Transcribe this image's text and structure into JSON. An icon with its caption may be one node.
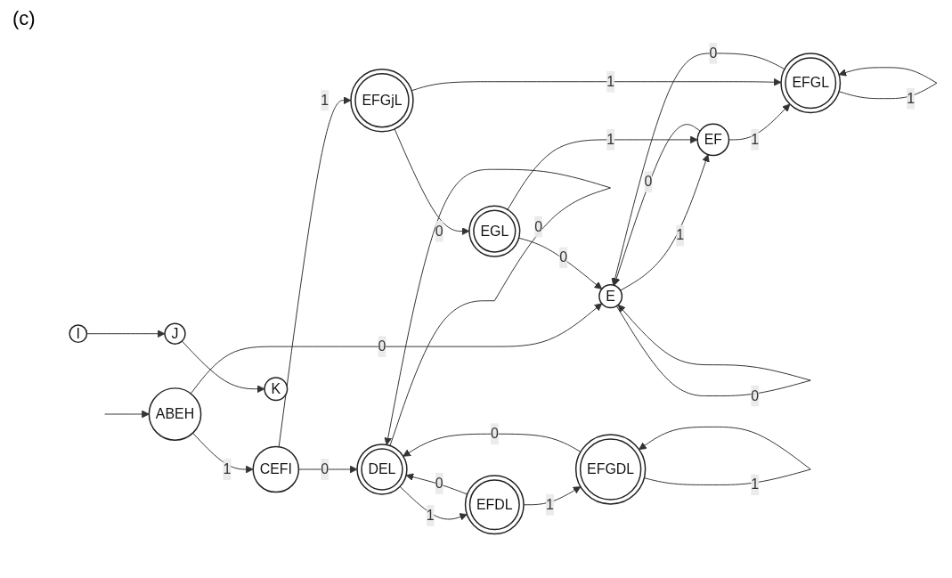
{
  "diagram": {
    "nodes": [
      {
        "text": [
          "ABEH"
        ]
      },
      {
        "text": [
          "E"
        ]
      },
      {
        "text": [
          "EF"
        ]
      },
      {
        "text": [
          "EFGL"
        ]
      },
      {
        "text": [
          "CEFI"
        ]
      },
      {
        "text": [
          "DEL"
        ]
      },
      {
        "text": [
          "EFDL"
        ]
      },
      {
        "text": [
          "EFGDL"
        ]
      },
      {
        "text": [
          "EFGjL"
        ]
      },
      {
        "text": [
          "EGL"
        ]
      },
      {
        "text": [
          "I"
        ]
      },
      {
        "text": [
          "J"
        ]
      },
      {
        "text": [
          "K"
        ]
      }
    ],
    "edges": [
      {
        "from": null,
        "to": 0,
        "arrow": "to"
      },
      {
        "from": 0,
        "to": 1,
        "arrow": "to",
        "label": "0"
      },
      {
        "from": 0,
        "to": 4,
        "arrow": "to",
        "label": "1"
      },
      {
        "from": 1,
        "to": 1,
        "arrow": "to",
        "label": "0"
      },
      {
        "from": 1,
        "to": 2,
        "arrow": "to",
        "label": "1"
      },
      {
        "from": 2,
        "to": 1,
        "arrow": "to",
        "label": "0"
      },
      {
        "from": 2,
        "to": 3,
        "arrow": "to",
        "label": "1"
      },
      {
        "from": 3,
        "to": 3,
        "arrow": "to",
        "label": "1"
      },
      {
        "from": 3,
        "to": 1,
        "arrow": "to",
        "label": "0"
      },
      {
        "from": 4,
        "to": 5,
        "arrow": "to",
        "label": "0"
      },
      {
        "from": 4,
        "to": 8,
        "arrow": "to",
        "label": "1"
      },
      {
        "from": 5,
        "to": 5,
        "arrow": "to",
        "label": "0"
      },
      {
        "from": 5,
        "to": 6,
        "arrow": "to",
        "label": "1"
      },
      {
        "from": 6,
        "to": 5,
        "arrow": "to",
        "label": "0"
      },
      {
        "from": 6,
        "to": 7,
        "arrow": "to",
        "label": "1"
      },
      {
        "from": 7,
        "to": 7,
        "arrow": "to",
        "label": "1"
      },
      {
        "from": 7,
        "to": 5,
        "arrow": "to",
        "label": "0"
      },
      {
        "from": 8,
        "to": 9,
        "arrow": "to",
        "label": "0"
      },
      {
        "from": 8,
        "to": 3,
        "arrow": "to",
        "label": "1"
      },
      {
        "from": 9,
        "to": 2,
        "arrow": "to",
        "label": "1"
      },
      {
        "from": 9,
        "to": 1,
        "arrow": "to",
        "label": "0"
      },
      {
        "from": 10,
        "to": 11,
        "arrow": "to"
      },
      {
        "from": 11,
        "to": 12,
        "arrow": "to"
      }
    ],
    "labels": [
      "(c)"
    ]
  }
}
